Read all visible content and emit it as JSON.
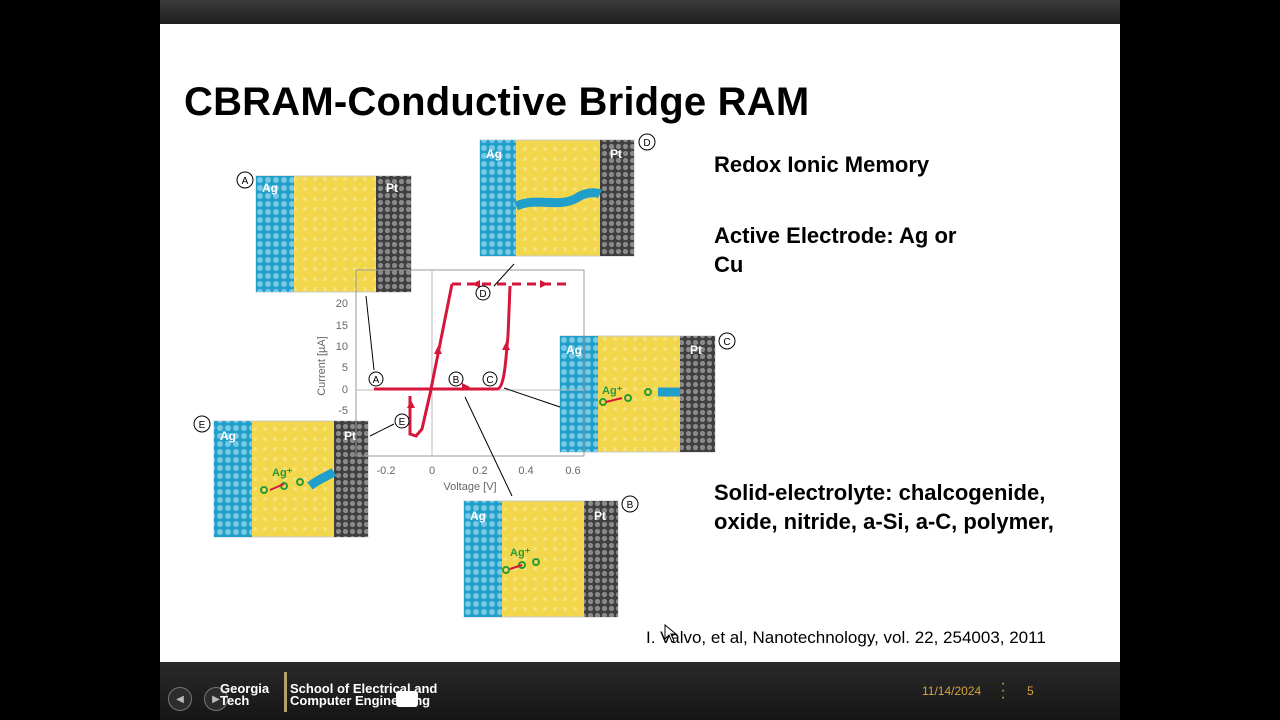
{
  "slide": {
    "title": "CBRAM-Conductive Bridge RAM",
    "bullets": [
      {
        "lines": [
          "Redox Ionic Memory"
        ]
      },
      {
        "lines": [
          "Active Electrode: Ag or",
          "Cu"
        ]
      },
      {
        "lines": [
          "Solid-electrolyte: chalcogenide,",
          "oxide, nitride, a-Si, a-C, polymer,"
        ]
      }
    ],
    "citation": "I. Valvo, et al, Nanotechnology, vol. 22, 254003, 2011"
  },
  "figure": {
    "panel_labels": [
      "A",
      "B",
      "C",
      "D",
      "E"
    ],
    "electrode_active": "Ag",
    "electrode_inert": "Pt",
    "ion_label": "Ag⁺",
    "y_axis_label": "Current [µA]",
    "x_axis_label": "Voltage [V]",
    "y_ticks": [
      "20",
      "15",
      "10",
      "5",
      "0",
      "-5"
    ],
    "x_ticks": [
      "-0.2",
      "0",
      "0.2",
      "0.4",
      "0.6"
    ],
    "curve_color": "#d6163a",
    "active_electrode_color": "#1f9fc9",
    "electrolyte_color": "#f2d64c",
    "inert_electrode_color": "#4a4a4a"
  },
  "footer": {
    "logo_line1": "Georgia",
    "logo_line2": "Tech",
    "school_line1": "School of Electrical and",
    "school_line2": "Computer Engineering",
    "date": "11/14/2024",
    "page": "5"
  }
}
